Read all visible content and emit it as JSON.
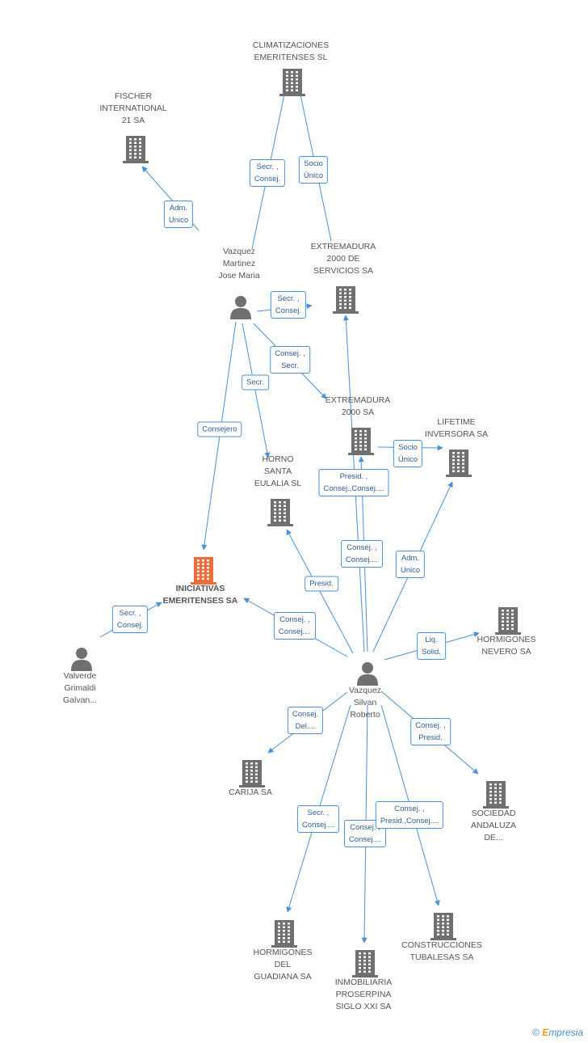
{
  "colors": {
    "edge": "#4a90d9",
    "building": "#707070",
    "focus_building": "#f26b3a",
    "person": "#707070"
  },
  "nodes": [
    {
      "id": "climatizaciones",
      "kind": "company",
      "lines": [
        "CLIMATIZACIONES",
        "EMERITENSES SL"
      ]
    },
    {
      "id": "fischer",
      "kind": "company",
      "lines": [
        "FISCHER",
        "INTERNATIONAL",
        "21 SA"
      ]
    },
    {
      "id": "vazquez-martinez",
      "kind": "person",
      "lines": [
        "Vazquez",
        "Martinez",
        "Jose Maria"
      ]
    },
    {
      "id": "extremadura-servicios",
      "kind": "company",
      "lines": [
        "EXTREMADURA",
        "2000 DE",
        "SERVICIOS SA"
      ]
    },
    {
      "id": "extremadura-2000",
      "kind": "company",
      "lines": [
        "EXTREMADURA",
        "2000 SA"
      ]
    },
    {
      "id": "lifetime",
      "kind": "company",
      "lines": [
        "LIFETIME",
        "INVERSORA SA"
      ]
    },
    {
      "id": "horno-santa-eulalia",
      "kind": "company",
      "lines": [
        "HORNO",
        "SANTA",
        "EULALIA SL"
      ]
    },
    {
      "id": "iniciativas",
      "kind": "focus",
      "lines": [
        "INICIATIVAS",
        "EMERITENSES SA"
      ]
    },
    {
      "id": "hormigones-nevero",
      "kind": "company",
      "lines": [
        "HORMIGONES",
        "NEVERO SA"
      ]
    },
    {
      "id": "valverde",
      "kind": "person",
      "lines": [
        "Valverde",
        "Grimaldi",
        "Galvan..."
      ]
    },
    {
      "id": "vazquez-silvan",
      "kind": "person",
      "lines": [
        "Vazquez",
        "Silvan",
        "Roberto"
      ]
    },
    {
      "id": "carija",
      "kind": "company",
      "lines": [
        "CARIJA SA"
      ]
    },
    {
      "id": "sociedad-andaluza",
      "kind": "company",
      "lines": [
        "SOCIEDAD",
        "ANDALUZA",
        "DE..."
      ]
    },
    {
      "id": "hormigones-guadiana",
      "kind": "company",
      "lines": [
        "HORMIGONES",
        "DEL",
        "GUADIANA SA"
      ]
    },
    {
      "id": "inmobiliaria-proserpina",
      "kind": "company",
      "lines": [
        "INMOBILIARIA",
        "PROSERPINA",
        "SIGLO XXI SA"
      ]
    },
    {
      "id": "construcciones-tubalesas",
      "kind": "company",
      "lines": [
        "CONSTRUCCIONES",
        "TUBALESAS SA"
      ]
    }
  ],
  "edges": [
    {
      "from": "vazquez-martinez",
      "to": "climatizaciones",
      "label": [
        "Secr. ,",
        "Consej."
      ]
    },
    {
      "from": "extremadura-servicios",
      "to": "climatizaciones",
      "label": [
        "Socio",
        "Único"
      ]
    },
    {
      "from": "vazquez-martinez",
      "to": "fischer",
      "label": [
        "Adm.",
        "Unico"
      ]
    },
    {
      "from": "vazquez-martinez",
      "to": "extremadura-servicios",
      "label": [
        "Secr. ,",
        "Consej."
      ]
    },
    {
      "from": "vazquez-martinez",
      "to": "extremadura-2000",
      "label": [
        "Consej. ,",
        "Secr."
      ]
    },
    {
      "from": "vazquez-martinez",
      "to": "horno-santa-eulalia",
      "label": [
        "Secr."
      ]
    },
    {
      "from": "vazquez-martinez",
      "to": "iniciativas",
      "label": [
        "Consejero"
      ]
    },
    {
      "from": "valverde",
      "to": "iniciativas",
      "label": [
        "Secr. ,",
        "Consej."
      ]
    },
    {
      "from": "vazquez-silvan",
      "to": "extremadura-servicios",
      "label": [
        "Presid. ,",
        "Consej.,Consej...."
      ]
    },
    {
      "from": "vazquez-silvan",
      "to": "extremadura-2000",
      "label": [
        "Consej. ,",
        "Consej...."
      ]
    },
    {
      "from": "extremadura-2000",
      "to": "lifetime",
      "label": [
        "Socio",
        "Único"
      ]
    },
    {
      "from": "vazquez-silvan",
      "to": "lifetime",
      "label": [
        "Adm.",
        "Unico"
      ]
    },
    {
      "from": "vazquez-silvan",
      "to": "horno-santa-eulalia",
      "label": [
        "Presid."
      ]
    },
    {
      "from": "vazquez-silvan",
      "to": "iniciativas",
      "label": [
        "Consej. ,",
        "Consej...."
      ]
    },
    {
      "from": "vazquez-silvan",
      "to": "hormigones-nevero",
      "label": [
        "Liq.",
        "Solid."
      ]
    },
    {
      "from": "vazquez-silvan",
      "to": "carija",
      "label": [
        "Consej.",
        "Del...."
      ]
    },
    {
      "from": "vazquez-silvan",
      "to": "sociedad-andaluza",
      "label": [
        "Consej. ,",
        "Presid."
      ]
    },
    {
      "from": "vazquez-silvan",
      "to": "hormigones-guadiana",
      "label": [
        "Secr. ,",
        "Consej...."
      ]
    },
    {
      "from": "vazquez-silvan",
      "to": "inmobiliaria-proserpina",
      "label": [
        "Consej. ,",
        "Consej...."
      ]
    },
    {
      "from": "vazquez-silvan",
      "to": "construcciones-tubalesas",
      "label": [
        "Consej. ,",
        "Presid.,Consej...."
      ]
    }
  ],
  "footer": {
    "copyright": "©",
    "brand_initial": "E",
    "brand_rest": "mpresia"
  }
}
